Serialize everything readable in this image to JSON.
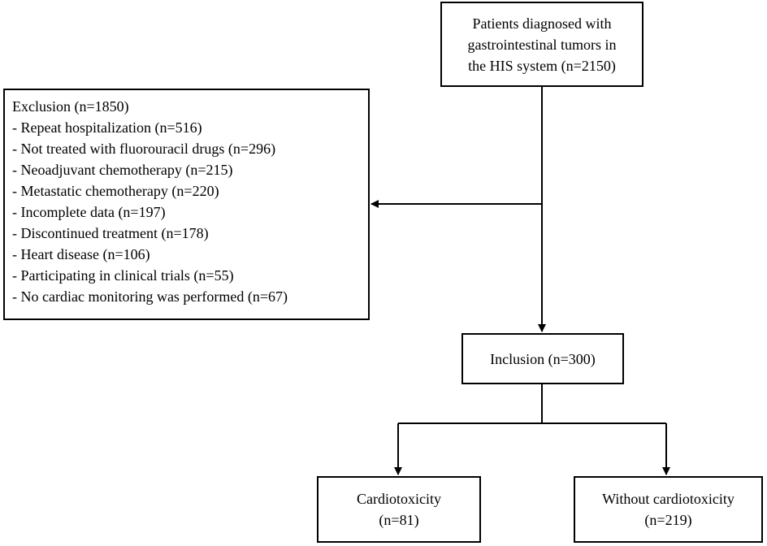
{
  "flowchart": {
    "patients": {
      "lines": [
        "Patients diagnosed with",
        "gastrointestinal tumors in",
        "the HIS system (n=2150)"
      ]
    },
    "exclusion": {
      "title": "Exclusion (n=1850)",
      "items": [
        "- Repeat hospitalization (n=516)",
        "- Not treated with fluorouracil drugs (n=296)",
        "- Neoadjuvant chemotherapy (n=215)",
        "- Metastatic chemotherapy (n=220)",
        "- Incomplete data (n=197)",
        "- Discontinued treatment (n=178)",
        "- Heart disease (n=106)",
        "- Participating in clinical trials (n=55)",
        "- No cardiac monitoring was performed (n=67)"
      ]
    },
    "inclusion": {
      "label": "Inclusion (n=300)"
    },
    "cardiotoxicity": {
      "label": "Cardiotoxicity",
      "count": "(n=81)"
    },
    "without_cardiotoxicity": {
      "label": "Without cardiotoxicity",
      "count": "(n=219)"
    }
  }
}
